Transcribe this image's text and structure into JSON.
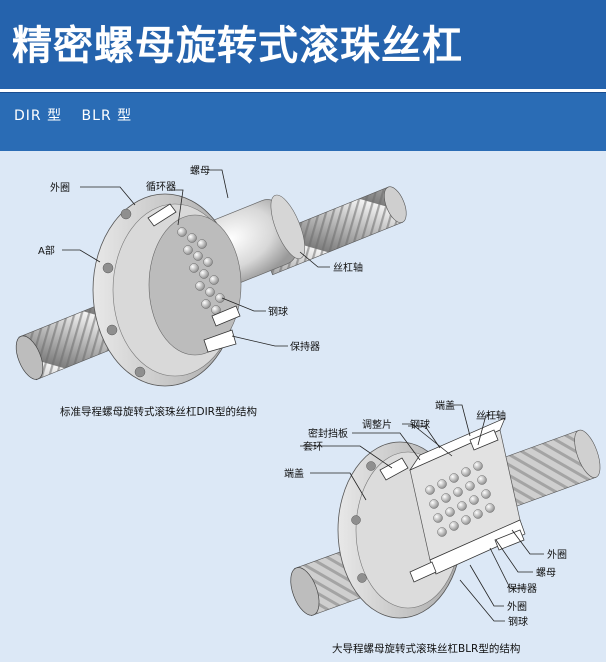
{
  "header": {
    "title": "精密螺母旋转式滚珠丝杠",
    "subtitle_1": "DIR 型",
    "subtitle_2": "BLR 型"
  },
  "diagram1": {
    "caption": "标准导程螺母旋转式滚珠丝杠DIR型的结构",
    "labels": {
      "outer_ring": "外圈",
      "circulator": "循环器",
      "nut": "螺母",
      "a_part": "A部",
      "screw_shaft": "丝杠轴",
      "steel_ball": "钢球",
      "retainer": "保持器"
    }
  },
  "diagram2": {
    "caption": "大导程螺母旋转式滚珠丝杠BLR型的结构",
    "labels": {
      "seal_plate": "密封挡板",
      "adjust_piece": "调整片",
      "end_cap_top": "端盖",
      "steel_ball_top": "钢球",
      "screw_shaft": "丝杠轴",
      "sleeve": "套环",
      "end_cap_left": "端盖",
      "outer_ring_right": "外圈",
      "nut": "螺母",
      "retainer": "保持器",
      "outer_ring_bottom": "外圈",
      "steel_ball_bottom": "钢球"
    }
  }
}
